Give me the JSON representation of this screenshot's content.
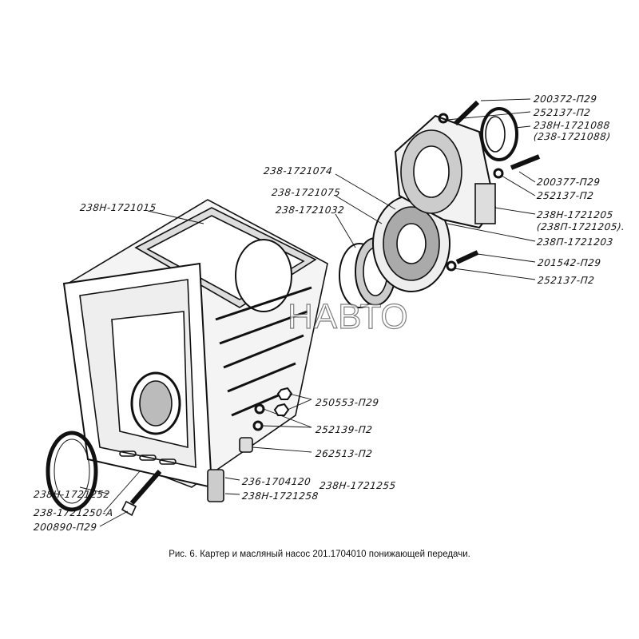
{
  "watermark": "НАВТО",
  "labels": {
    "l1": "200372-П29",
    "l2": "252137-П2",
    "l3": "238Н-1721088",
    "l4": "(238-1721088)",
    "l5": "200377-П29",
    "l6": "252137-П2",
    "l7": "238Н-1721205",
    "l8": "(238П-1721205).",
    "l9": "238П-1721203",
    "l10": "201542-П29",
    "l11": "252137-П2",
    "l12": "238-1721074",
    "l13": "238-1721075",
    "l14": "238-1721032",
    "l15": "238Н-1721015",
    "l16": "250553-П29",
    "l17": "252139-П2",
    "l18": "262513-П2",
    "l19": "236-1704120",
    "l20": "238Н-1721258",
    "l21": "238Н-1721255",
    "l22": "238Н-1721252",
    "l23": "238-1721250-А",
    "l24": "200890-П29"
  },
  "caption": "Рис. 6. Картер и масляный насос 201.1704010 понижающей передачи."
}
